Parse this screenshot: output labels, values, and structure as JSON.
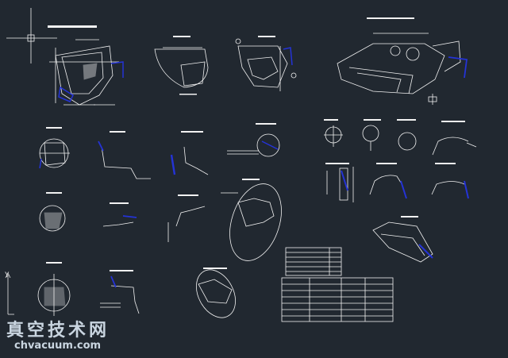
{
  "app": {
    "name": "CAD drawing viewport"
  },
  "colors": {
    "background": "#212830",
    "linework": "#f2f2f2",
    "highlight": "#2433d6",
    "dim": "#bcc4cc"
  },
  "ucs": {
    "y_label": "Y"
  },
  "watermark": {
    "line1": "真空技术网",
    "line2": "chvacuum.com"
  }
}
